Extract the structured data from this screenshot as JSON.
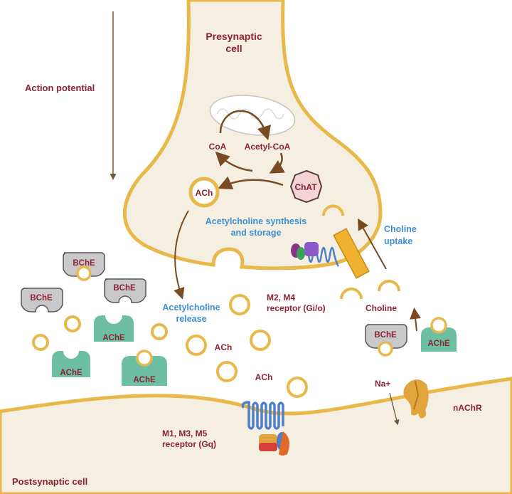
{
  "title": "Cholinergic synapse: acetylcholine synthesis, release, degradation and receptors",
  "colors": {
    "membrane": "#e8b94a",
    "cytoplasm": "#f5efe2",
    "label_red": "#8b2332",
    "label_blue": "#3f8fd2",
    "arrow_brown": "#7a4a22",
    "ache_green": "#6dbfa3",
    "bche_gray": "#c9c9cc",
    "chat_pink": "#f2d4d6",
    "transporter": "#f0b12e",
    "nachr": "#e2a43c"
  },
  "labels": {
    "presynaptic_line1": "Presynaptic",
    "presynaptic_line2": "cell",
    "action_potential": "Action potential",
    "coa": "CoA",
    "acetyl_coa": "Acetyl-CoA",
    "chat": "ChAT",
    "ach_vesicle": "ACh",
    "synthesis_line1": "Acetylcholine synthesis",
    "synthesis_line2": "and storage",
    "uptake_line1": "Choline",
    "uptake_line2": "uptake",
    "release_line1": "Acetylcholine",
    "release_line2": "release",
    "m2m4_line1": "M2, M4",
    "m2m4_line2": "receptor (Gi/o)",
    "choline": "Choline",
    "ach_cleft_1": "ACh",
    "ach_cleft_2": "ACh",
    "na": "Na+",
    "nachr": "nAChR",
    "m1m3m5_line1": "M1, M3, M5",
    "m1m3m5_line2": "receptor (Gq)",
    "postsynaptic": "Postsynaptic cell"
  },
  "enzymes": {
    "bche": [
      "BChE",
      "BChE",
      "BChE",
      "BChE"
    ],
    "ache": [
      "AChE",
      "AChE",
      "AChE",
      "AChE"
    ]
  }
}
